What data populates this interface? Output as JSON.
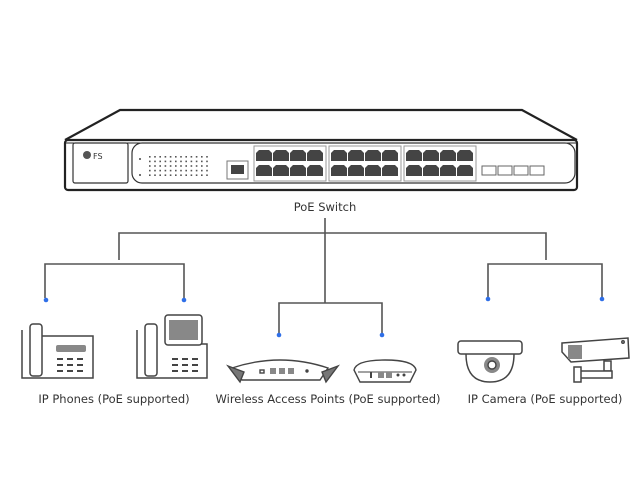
{
  "diagram": {
    "switch": {
      "label": "PoE Switch",
      "brand": "FS",
      "rj45_port_groups": 3,
      "ports_per_group": 8,
      "sfp_ports": 4
    },
    "groups": [
      {
        "label": "IP Phones (PoE supported)",
        "devices": [
          "ip-phone-basic",
          "ip-phone-touchscreen"
        ]
      },
      {
        "label": "Wireless Access Points (PoE supported)",
        "devices": [
          "access-point-wide",
          "access-point-compact"
        ]
      },
      {
        "label": "IP Camera (PoE supported)",
        "devices": [
          "dome-camera",
          "bullet-camera"
        ]
      }
    ],
    "colors": {
      "line": "#555555",
      "dot": "#2f6fe8",
      "port": "#444444",
      "outline": "#222222"
    }
  }
}
